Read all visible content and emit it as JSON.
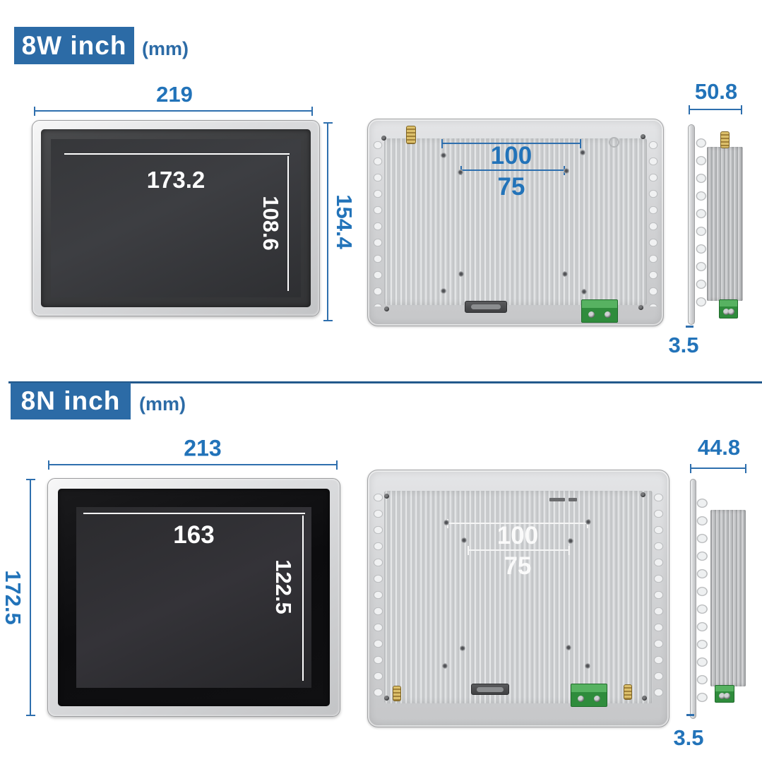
{
  "diagram": {
    "type": "product-dimension-diagram",
    "product": "industrial panel PC",
    "views_per_section": [
      "front",
      "back",
      "side"
    ]
  },
  "colors": {
    "header_blue": "#2c6ba6",
    "dimension_blue": "#2273b9",
    "dimension_line_blue": "#2e6fae",
    "screen_dim_white": "#ffffff",
    "terminal_green": "#2f8c3c",
    "antenna_gold": "#c9a44f",
    "background": "#ffffff"
  },
  "sections": [
    {
      "label": "8W inch",
      "unit": "(mm)",
      "front": {
        "width": "219",
        "height": "154.4",
        "screen_width": "173.2",
        "screen_height": "108.6"
      },
      "back": {
        "vesa_outer": "100",
        "vesa_inner": "75"
      },
      "side": {
        "depth": "50.8",
        "panel_thickness": "3.5"
      }
    },
    {
      "label": "8N inch",
      "unit": "(mm)",
      "front": {
        "width": "213",
        "height": "172.5",
        "screen_width": "163",
        "screen_height": "122.5"
      },
      "back": {
        "vesa_outer": "100",
        "vesa_inner": "75"
      },
      "side": {
        "depth": "44.8",
        "panel_thickness": "3.5"
      }
    }
  ]
}
